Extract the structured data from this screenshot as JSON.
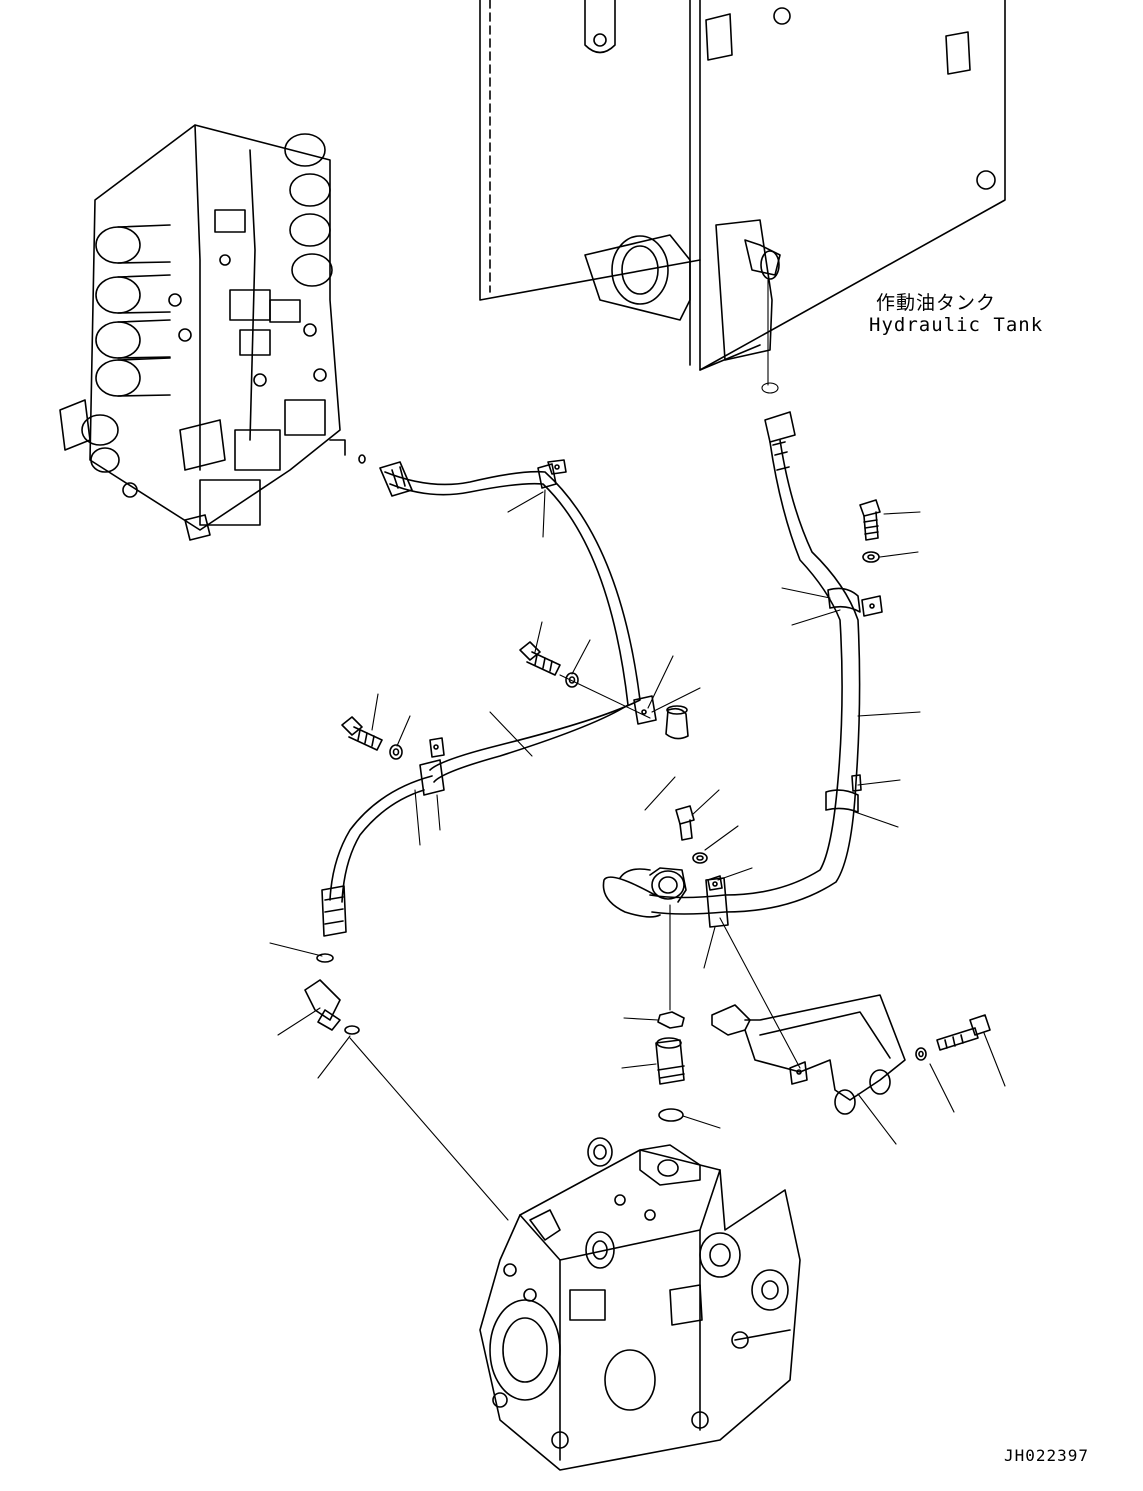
{
  "labels": {
    "hydraulic_tank_jp": "作動油タンク",
    "hydraulic_tank_en": "Hydraulic Tank",
    "drawing_number": "JH022397"
  },
  "colors": {
    "line": "#000000",
    "background": "#ffffff"
  }
}
